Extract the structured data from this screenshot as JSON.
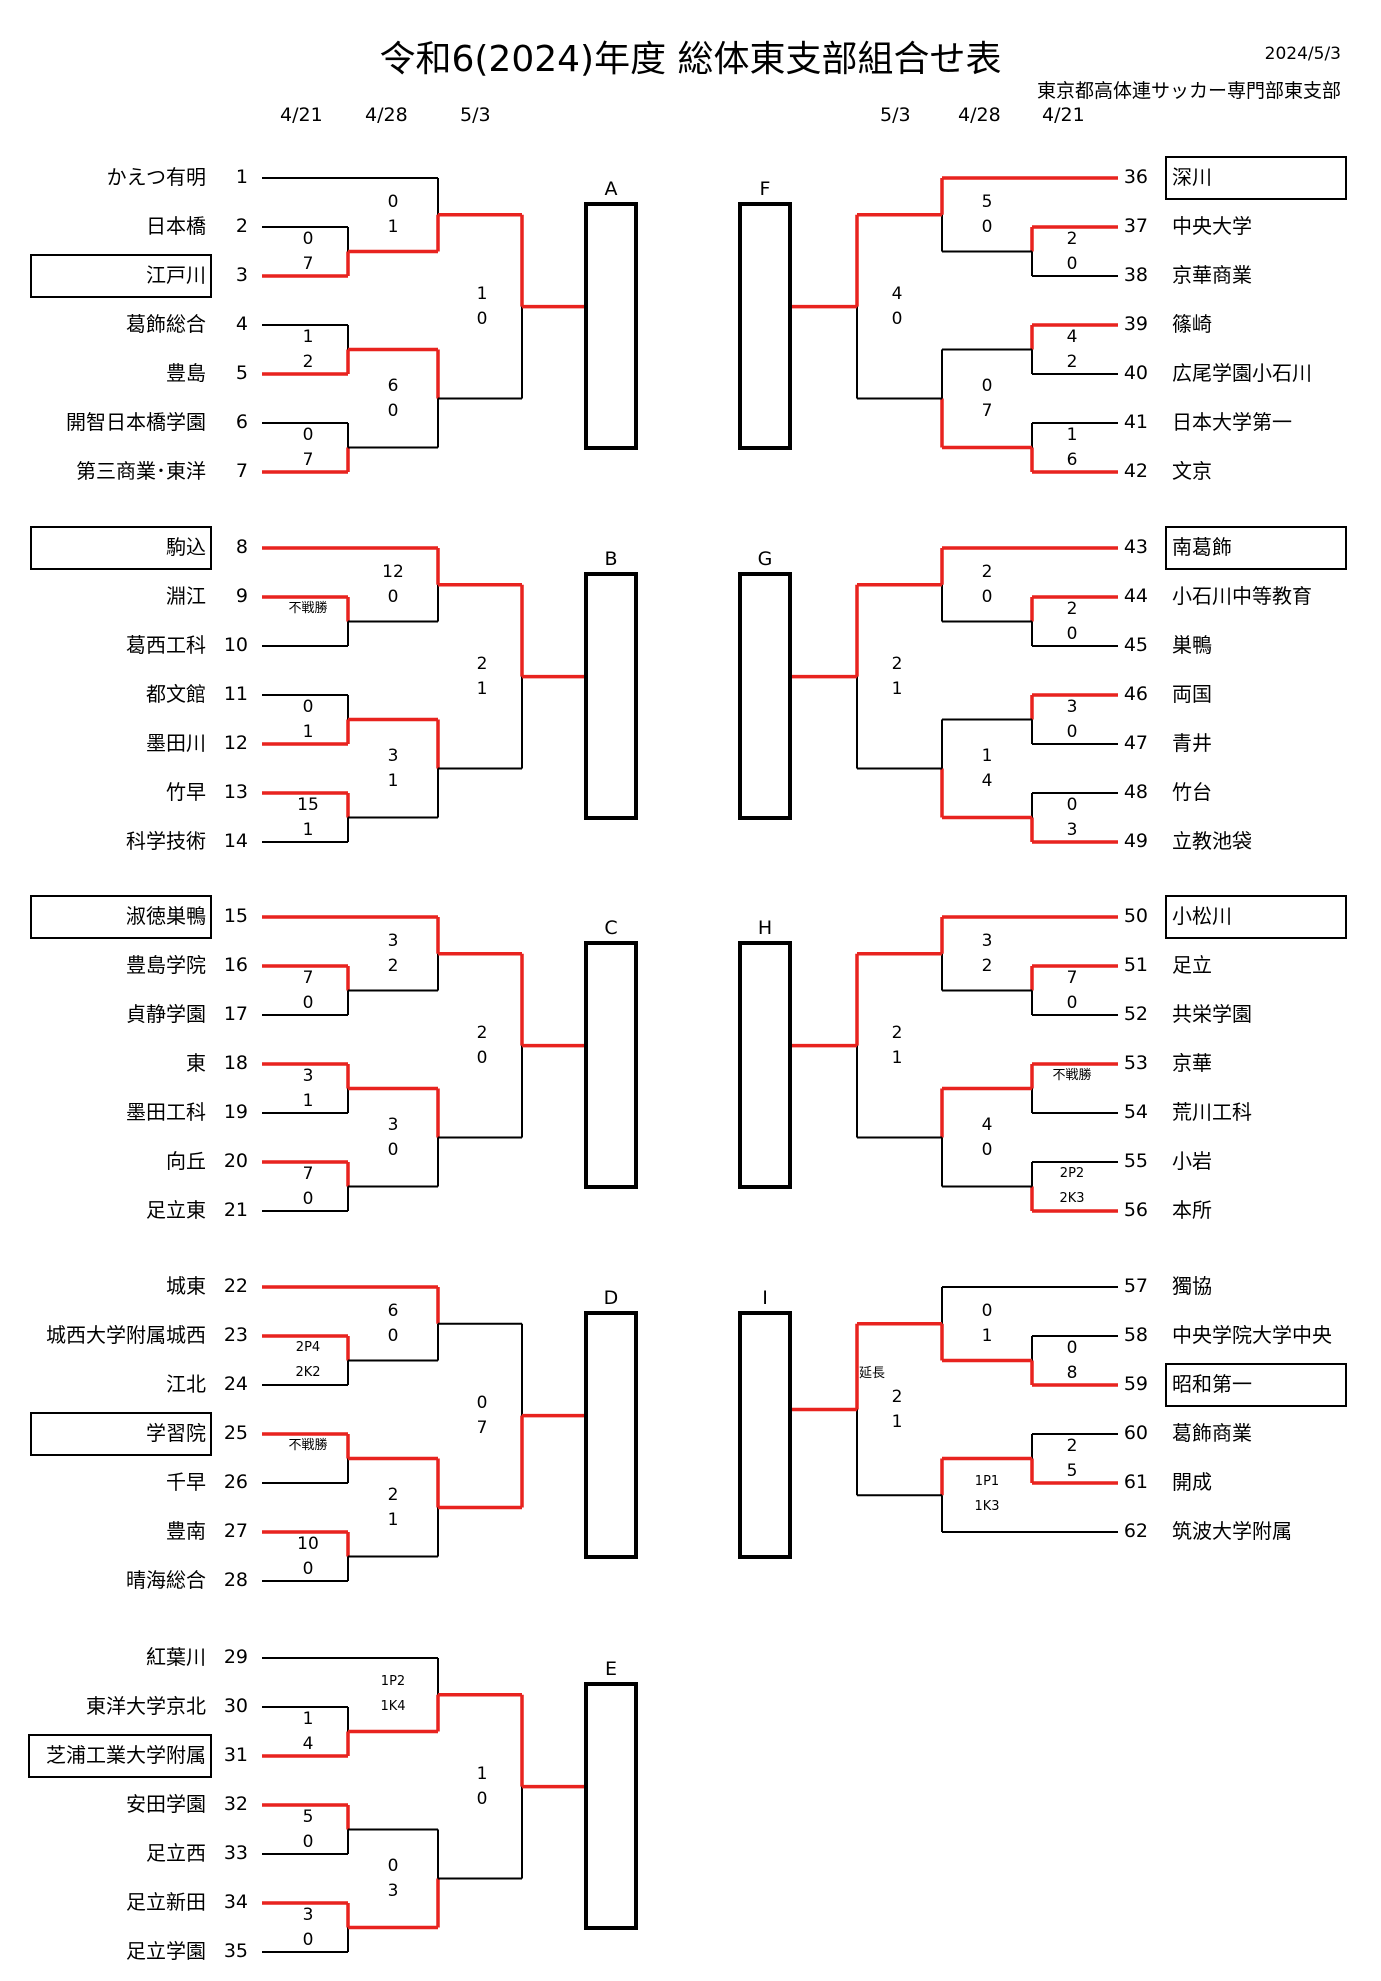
{
  "header": {
    "title": "令和6(2024)年度 総体東支部組合せ表",
    "date": "2024/5/3",
    "org": "東京都高体連サッカー専門部東支部",
    "left_round_dates": [
      "4/21",
      "4/28",
      "5/3"
    ],
    "right_round_dates": [
      "5/3",
      "4/28",
      "4/21"
    ]
  },
  "blocks_left": [
    {
      "label": "A",
      "teams": [
        {
          "no": "1",
          "name": "かえつ有明"
        },
        {
          "no": "2",
          "name": "日本橋"
        },
        {
          "no": "3",
          "name": "江戸川",
          "seed": true
        },
        {
          "no": "4",
          "name": "葛飾総合"
        },
        {
          "no": "5",
          "name": "豊島"
        },
        {
          "no": "6",
          "name": "開智日本橋学園"
        },
        {
          "no": "7",
          "name": "第三商業･東洋"
        }
      ],
      "scores": {
        "r1a": [
          "0",
          "7"
        ],
        "r1b": [
          "1",
          "2"
        ],
        "r1c": [
          "0",
          "7"
        ],
        "r2a": [
          "0",
          "1"
        ],
        "r2b": [
          "6",
          "0"
        ],
        "r3": [
          "1",
          "0"
        ]
      }
    },
    {
      "label": "B",
      "teams": [
        {
          "no": "8",
          "name": "駒込",
          "seed": true
        },
        {
          "no": "9",
          "name": "淵江"
        },
        {
          "no": "10",
          "name": "葛西工科"
        },
        {
          "no": "11",
          "name": "都文館"
        },
        {
          "no": "12",
          "name": "墨田川"
        },
        {
          "no": "13",
          "name": "竹早"
        },
        {
          "no": "14",
          "name": "科学技術"
        }
      ],
      "scores": {
        "r1a": [
          "不戦勝",
          ""
        ],
        "r1b": [
          "0",
          "1"
        ],
        "r1c": [
          "15",
          "1"
        ],
        "r2a": [
          "12",
          "0"
        ],
        "r2b": [
          "3",
          "1"
        ],
        "r3": [
          "2",
          "1"
        ]
      }
    },
    {
      "label": "C",
      "teams": [
        {
          "no": "15",
          "name": "淑徳巣鴨",
          "seed": true
        },
        {
          "no": "16",
          "name": "豊島学院"
        },
        {
          "no": "17",
          "name": "貞静学園"
        },
        {
          "no": "18",
          "name": "東"
        },
        {
          "no": "19",
          "name": "墨田工科"
        },
        {
          "no": "20",
          "name": "向丘"
        },
        {
          "no": "21",
          "name": "足立東"
        }
      ],
      "scores": {
        "r1a": [
          "7",
          "0"
        ],
        "r1b": [
          "3",
          "1"
        ],
        "r1c": [
          "7",
          "0"
        ],
        "r2a": [
          "3",
          "2"
        ],
        "r2b": [
          "3",
          "0"
        ],
        "r3": [
          "2",
          "0"
        ]
      }
    },
    {
      "label": "D",
      "teams": [
        {
          "no": "22",
          "name": "城東"
        },
        {
          "no": "23",
          "name": "城西大学附属城西"
        },
        {
          "no": "24",
          "name": "江北"
        },
        {
          "no": "25",
          "name": "学習院",
          "seed": true
        },
        {
          "no": "26",
          "name": "千早"
        },
        {
          "no": "27",
          "name": "豊南"
        },
        {
          "no": "28",
          "name": "晴海総合"
        }
      ],
      "scores": {
        "r1a": [
          "2P4",
          "2K2"
        ],
        "r1b": [
          "不戦勝",
          ""
        ],
        "r1c": [
          "10",
          "0"
        ],
        "r2a": [
          "6",
          "0"
        ],
        "r2b": [
          "2",
          "1"
        ],
        "r3": [
          "0",
          "7"
        ]
      }
    },
    {
      "label": "E",
      "teams": [
        {
          "no": "29",
          "name": "紅葉川"
        },
        {
          "no": "30",
          "name": "東洋大学京北"
        },
        {
          "no": "31",
          "name": "芝浦工業大学附属",
          "seed": true
        },
        {
          "no": "32",
          "name": "安田学園"
        },
        {
          "no": "33",
          "name": "足立西"
        },
        {
          "no": "34",
          "name": "足立新田"
        },
        {
          "no": "35",
          "name": "足立学園"
        }
      ],
      "scores": {
        "r1a": [
          "1",
          "4"
        ],
        "r1b": [
          "5",
          "0"
        ],
        "r1c": [
          "3",
          "0"
        ],
        "r2a": [
          "1P2",
          "1K4"
        ],
        "r2b": [
          "0",
          "3"
        ],
        "r3": [
          "1",
          "0"
        ]
      }
    }
  ],
  "blocks_right": [
    {
      "label": "F",
      "teams": [
        {
          "no": "36",
          "name": "深川",
          "seed": true
        },
        {
          "no": "37",
          "name": "中央大学"
        },
        {
          "no": "38",
          "name": "京華商業"
        },
        {
          "no": "39",
          "name": "篠崎"
        },
        {
          "no": "40",
          "name": "広尾学園小石川"
        },
        {
          "no": "41",
          "name": "日本大学第一"
        },
        {
          "no": "42",
          "name": "文京"
        }
      ],
      "scores": {
        "r1a": [
          "2",
          "0"
        ],
        "r1b": [
          "4",
          "2"
        ],
        "r1c": [
          "1",
          "6"
        ],
        "r2a": [
          "5",
          "0"
        ],
        "r2b": [
          "0",
          "7"
        ],
        "r3": [
          "4",
          "0"
        ]
      }
    },
    {
      "label": "G",
      "teams": [
        {
          "no": "43",
          "name": "南葛飾",
          "seed": true
        },
        {
          "no": "44",
          "name": "小石川中等教育"
        },
        {
          "no": "45",
          "name": "巣鴨"
        },
        {
          "no": "46",
          "name": "両国"
        },
        {
          "no": "47",
          "name": "青井"
        },
        {
          "no": "48",
          "name": "竹台"
        },
        {
          "no": "49",
          "name": "立教池袋"
        }
      ],
      "scores": {
        "r1a": [
          "2",
          "0"
        ],
        "r1b": [
          "3",
          "0"
        ],
        "r1c": [
          "0",
          "3"
        ],
        "r2a": [
          "2",
          "0"
        ],
        "r2b": [
          "1",
          "4"
        ],
        "r3": [
          "2",
          "1"
        ]
      }
    },
    {
      "label": "H",
      "teams": [
        {
          "no": "50",
          "name": "小松川",
          "seed": true
        },
        {
          "no": "51",
          "name": "足立"
        },
        {
          "no": "52",
          "name": "共栄学園"
        },
        {
          "no": "53",
          "name": "京華"
        },
        {
          "no": "54",
          "name": "荒川工科"
        },
        {
          "no": "55",
          "name": "小岩"
        },
        {
          "no": "56",
          "name": "本所"
        }
      ],
      "scores": {
        "r1a": [
          "7",
          "0"
        ],
        "r1b": [
          "不戦勝",
          ""
        ],
        "r1c": [
          "2P2",
          "2K3"
        ],
        "r2a": [
          "3",
          "2"
        ],
        "r2b": [
          "4",
          "0"
        ],
        "r3": [
          "2",
          "1"
        ]
      }
    },
    {
      "label": "I",
      "teams": [
        {
          "no": "57",
          "name": "獨協"
        },
        {
          "no": "58",
          "name": "中央学院大学中央"
        },
        {
          "no": "59",
          "name": "昭和第一",
          "seed": true
        },
        {
          "no": "60",
          "name": "葛飾商業"
        },
        {
          "no": "61",
          "name": "開成"
        },
        {
          "no": "62",
          "name": "筑波大学附属"
        }
      ],
      "scores": {
        "r1a": [
          "0",
          "8"
        ],
        "r1b": [
          "2",
          "5"
        ],
        "r1c": [
          "",
          ""
        ],
        "r2a": [
          "0",
          "1"
        ],
        "r2b": [
          "1P1",
          "1K3"
        ],
        "r3": [
          "2",
          "1"
        ]
      },
      "extra": "延長"
    }
  ]
}
